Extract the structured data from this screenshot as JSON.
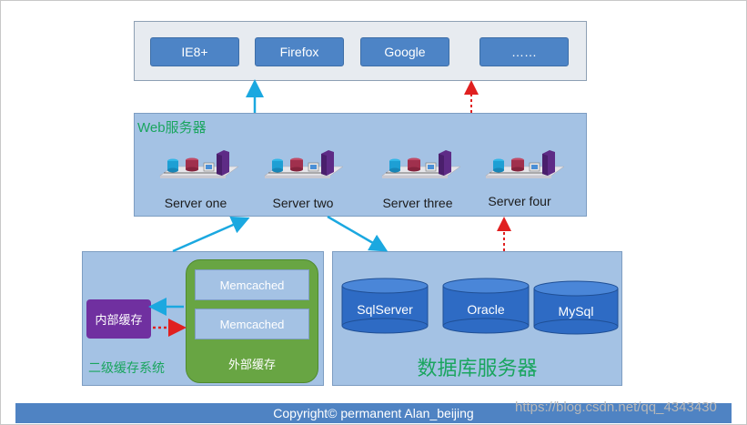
{
  "browsers": [
    {
      "label": "IE8+"
    },
    {
      "label": "Firefox"
    },
    {
      "label": "Google"
    },
    {
      "label": "……"
    }
  ],
  "web_server": {
    "title": "Web服务器",
    "servers": [
      "Server one",
      "Server two",
      "Server three",
      "Server four"
    ]
  },
  "cache_system": {
    "title": "二级缓存系统",
    "internal_cache": "内部缓存",
    "external_cache": "外部缓存",
    "memcached": [
      "Memcached",
      "Memcached"
    ]
  },
  "database_server": {
    "title": "数据库服务器",
    "databases": [
      "SqlServer",
      "Oracle",
      "MySql"
    ]
  },
  "footer": {
    "copyright": "Copyright© permanent  Alan_beijing"
  },
  "watermark": "https://blog.csdn.net/qq_4343430",
  "colors": {
    "arrow_blue": "#1ba8e0",
    "arrow_red": "#e02020",
    "accent_green": "#1aa55f"
  }
}
